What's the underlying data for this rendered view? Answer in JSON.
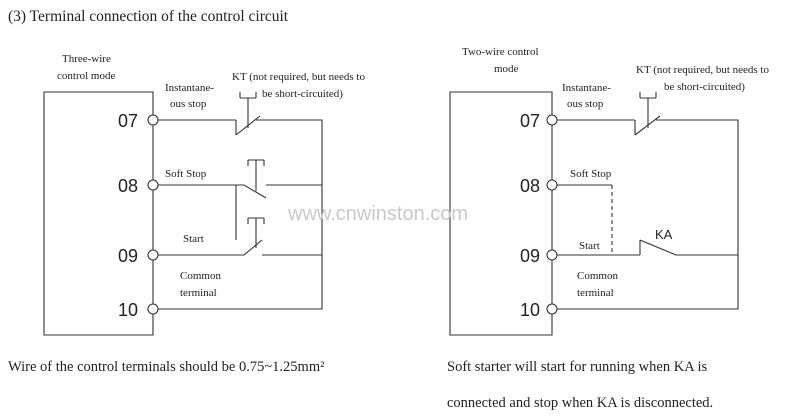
{
  "heading": "(3)  Terminal connection of the control circuit",
  "watermark": "www.cnwinston.com",
  "left_panel": {
    "mode_line1": "Three-wire",
    "mode_line2": "control mode",
    "instant_line1": "Instantane-",
    "instant_line2": "ous stop",
    "kt_line1": "KT (not required, but needs to",
    "kt_line2": "be short-circuited)",
    "soft_stop": "Soft Stop",
    "start": "Start",
    "common_line1": "Common",
    "common_line2": "terminal",
    "terminals": [
      "07",
      "08",
      "09",
      "10"
    ]
  },
  "right_panel": {
    "mode_line1": "Two-wire control",
    "mode_line2": "mode",
    "instant_line1": "Instantane-",
    "instant_line2": "ous stop",
    "kt_line1": "KT (not required, but needs to",
    "kt_line2": "be short-circuited)",
    "soft_stop": "Soft Stop",
    "ka": "KA",
    "start": "Start",
    "common_line1": "Common",
    "common_line2": "terminal",
    "terminals": [
      "07",
      "08",
      "09",
      "10"
    ]
  },
  "captions": {
    "left": "Wire of the control terminals should be 0.75~1.25mm²",
    "right_line1": "Soft starter will start for running when KA is",
    "right_line2": "connected and stop when KA is disconnected."
  }
}
